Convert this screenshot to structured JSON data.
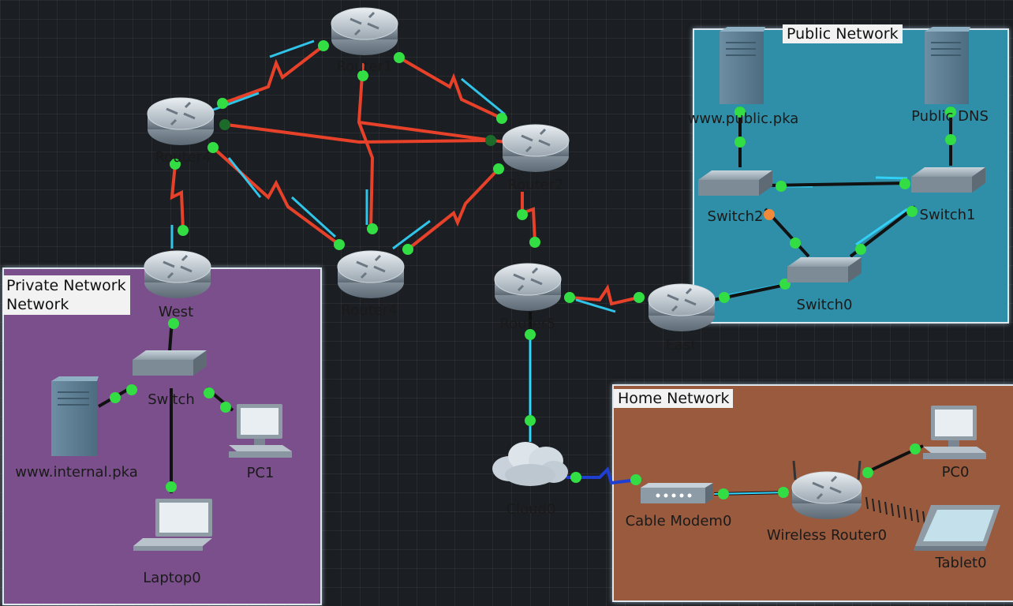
{
  "zones": {
    "public": {
      "title": "Public Network",
      "color": "#2f8fa8"
    },
    "private": {
      "title": "Private Network\nNetwork",
      "color": "#7b4f8c"
    },
    "home": {
      "title": "Home Network",
      "color": "#9a5a3e"
    }
  },
  "devices": {
    "router1": "Router1",
    "router3": "Router4",
    "router2": "Router2",
    "router4": "Router4",
    "router5": "Router5",
    "west": "West",
    "east": "East",
    "switch_private": "Switch",
    "server_internal": "www.internal.pka",
    "pc1": "PC1",
    "laptop0": "Laptop0",
    "server_public": "www.public.pka",
    "server_dns": "Public DNS",
    "switch2": "Switch2",
    "switch1": "Switch1",
    "switch0": "Switch0",
    "cloud0": "Cloud0",
    "cable_modem0": "Cable Modem0",
    "wireless_router0": "Wireless Router0",
    "pc0": "PC0",
    "tablet0": "Tablet0"
  },
  "colors": {
    "serial_link": "#e8412a",
    "ethernet_link": "#111111",
    "coax_link": "#1f3fd1",
    "link_up": "#33dd44",
    "link_warn": "#f08a3a",
    "packet_glow": "#33d6ff"
  }
}
